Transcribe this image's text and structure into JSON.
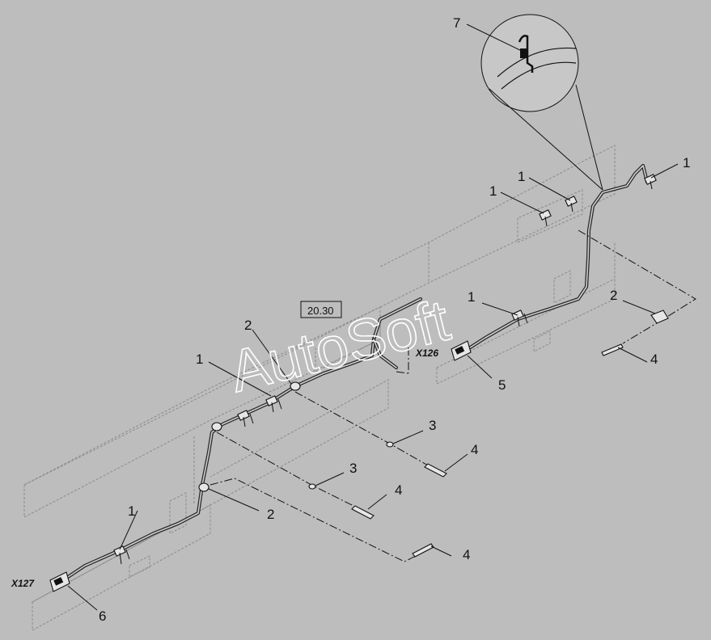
{
  "diagram": {
    "reference_box": "20.30",
    "watermark": "AutoSoft",
    "connectors": {
      "x126": "X126",
      "x127": "X127"
    },
    "callouts": {
      "c1a": "1",
      "c1b": "1",
      "c1c": "1",
      "c1d": "1",
      "c1e": "1",
      "c1f": "1",
      "c2a": "2",
      "c2b": "2",
      "c2c": "2",
      "c3a": "3",
      "c3b": "3",
      "c4a": "4",
      "c4b": "4",
      "c4c": "4",
      "c4d": "4",
      "c5": "5",
      "c6": "6",
      "c7": "7"
    }
  }
}
